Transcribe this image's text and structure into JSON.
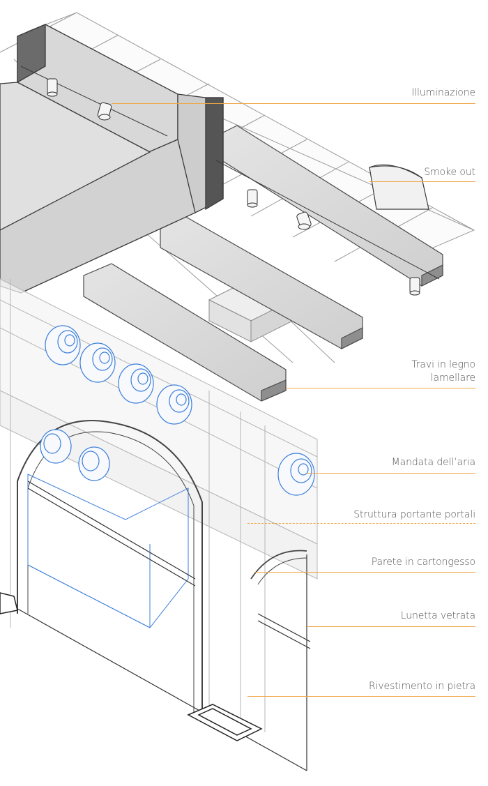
{
  "colors": {
    "leader": "#f0a646",
    "duct": "#3c7fd9",
    "beam": "#cfcfcf",
    "line": "#5a5a5a"
  },
  "labels": {
    "illuminazione": "Illuminazione",
    "smoke_out": "Smoke out",
    "travi_line1": "Travi in legno",
    "travi_line2": "lamellare",
    "mandata": "Mandata dell’aria",
    "struttura": "Struttura portante portali",
    "parete": "Parete in cartongesso",
    "lunetta": "Lunetta vetrata",
    "rivestimento": "Rivestimento in pietra"
  }
}
